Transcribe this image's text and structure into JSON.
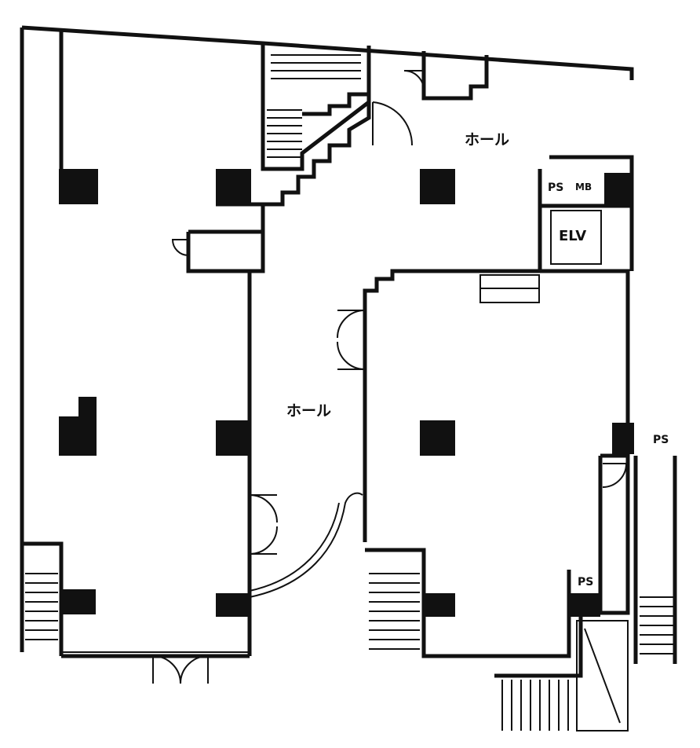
{
  "plan": {
    "hall_upper": "ホール",
    "hall_center": "ホール",
    "ps_upper": "PS",
    "mb_upper": "MB",
    "elevator": "ELV",
    "ps_right": "PS",
    "ps_lower": "PS"
  },
  "colors": {
    "wall": "#111111",
    "background": "#ffffff"
  }
}
